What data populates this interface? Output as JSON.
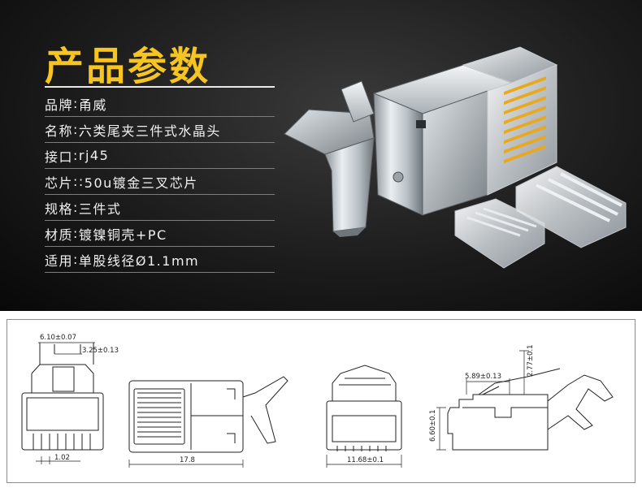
{
  "header": {
    "title": "产品参数"
  },
  "specs": [
    {
      "label": "品牌",
      "sep": ":",
      "value": "甬威"
    },
    {
      "label": "名称",
      "sep": ": ",
      "value": "六类尾夹三件式水晶头"
    },
    {
      "label": "接口",
      "sep": ": ",
      "value": "rj45"
    },
    {
      "label": "芯片",
      "sep": ":: ",
      "value": "50u镀金三叉芯片"
    },
    {
      "label": "规格",
      "sep": ": ",
      "value": "三件式"
    },
    {
      "label": "材质",
      "sep": ": ",
      "value": "镀镍铜壳+PC"
    },
    {
      "label": "适用",
      "sep": ": ",
      "value": "单股线径Ø1.1mm"
    }
  ],
  "drawing": {
    "dimensions": {
      "front_width": "6.10±0.07",
      "front_inner": "3.25±0.13",
      "pin_pitch": "1.02",
      "length": "17.8",
      "width": "11.68±0.1",
      "latch": "5.89±0.13",
      "latch_height": "2.77±0.1",
      "height": "6.60±0.1"
    }
  },
  "colors": {
    "title": "#f7c521",
    "banner_bg": "#1c1c1c",
    "gold_pins": "#e9a91a"
  }
}
